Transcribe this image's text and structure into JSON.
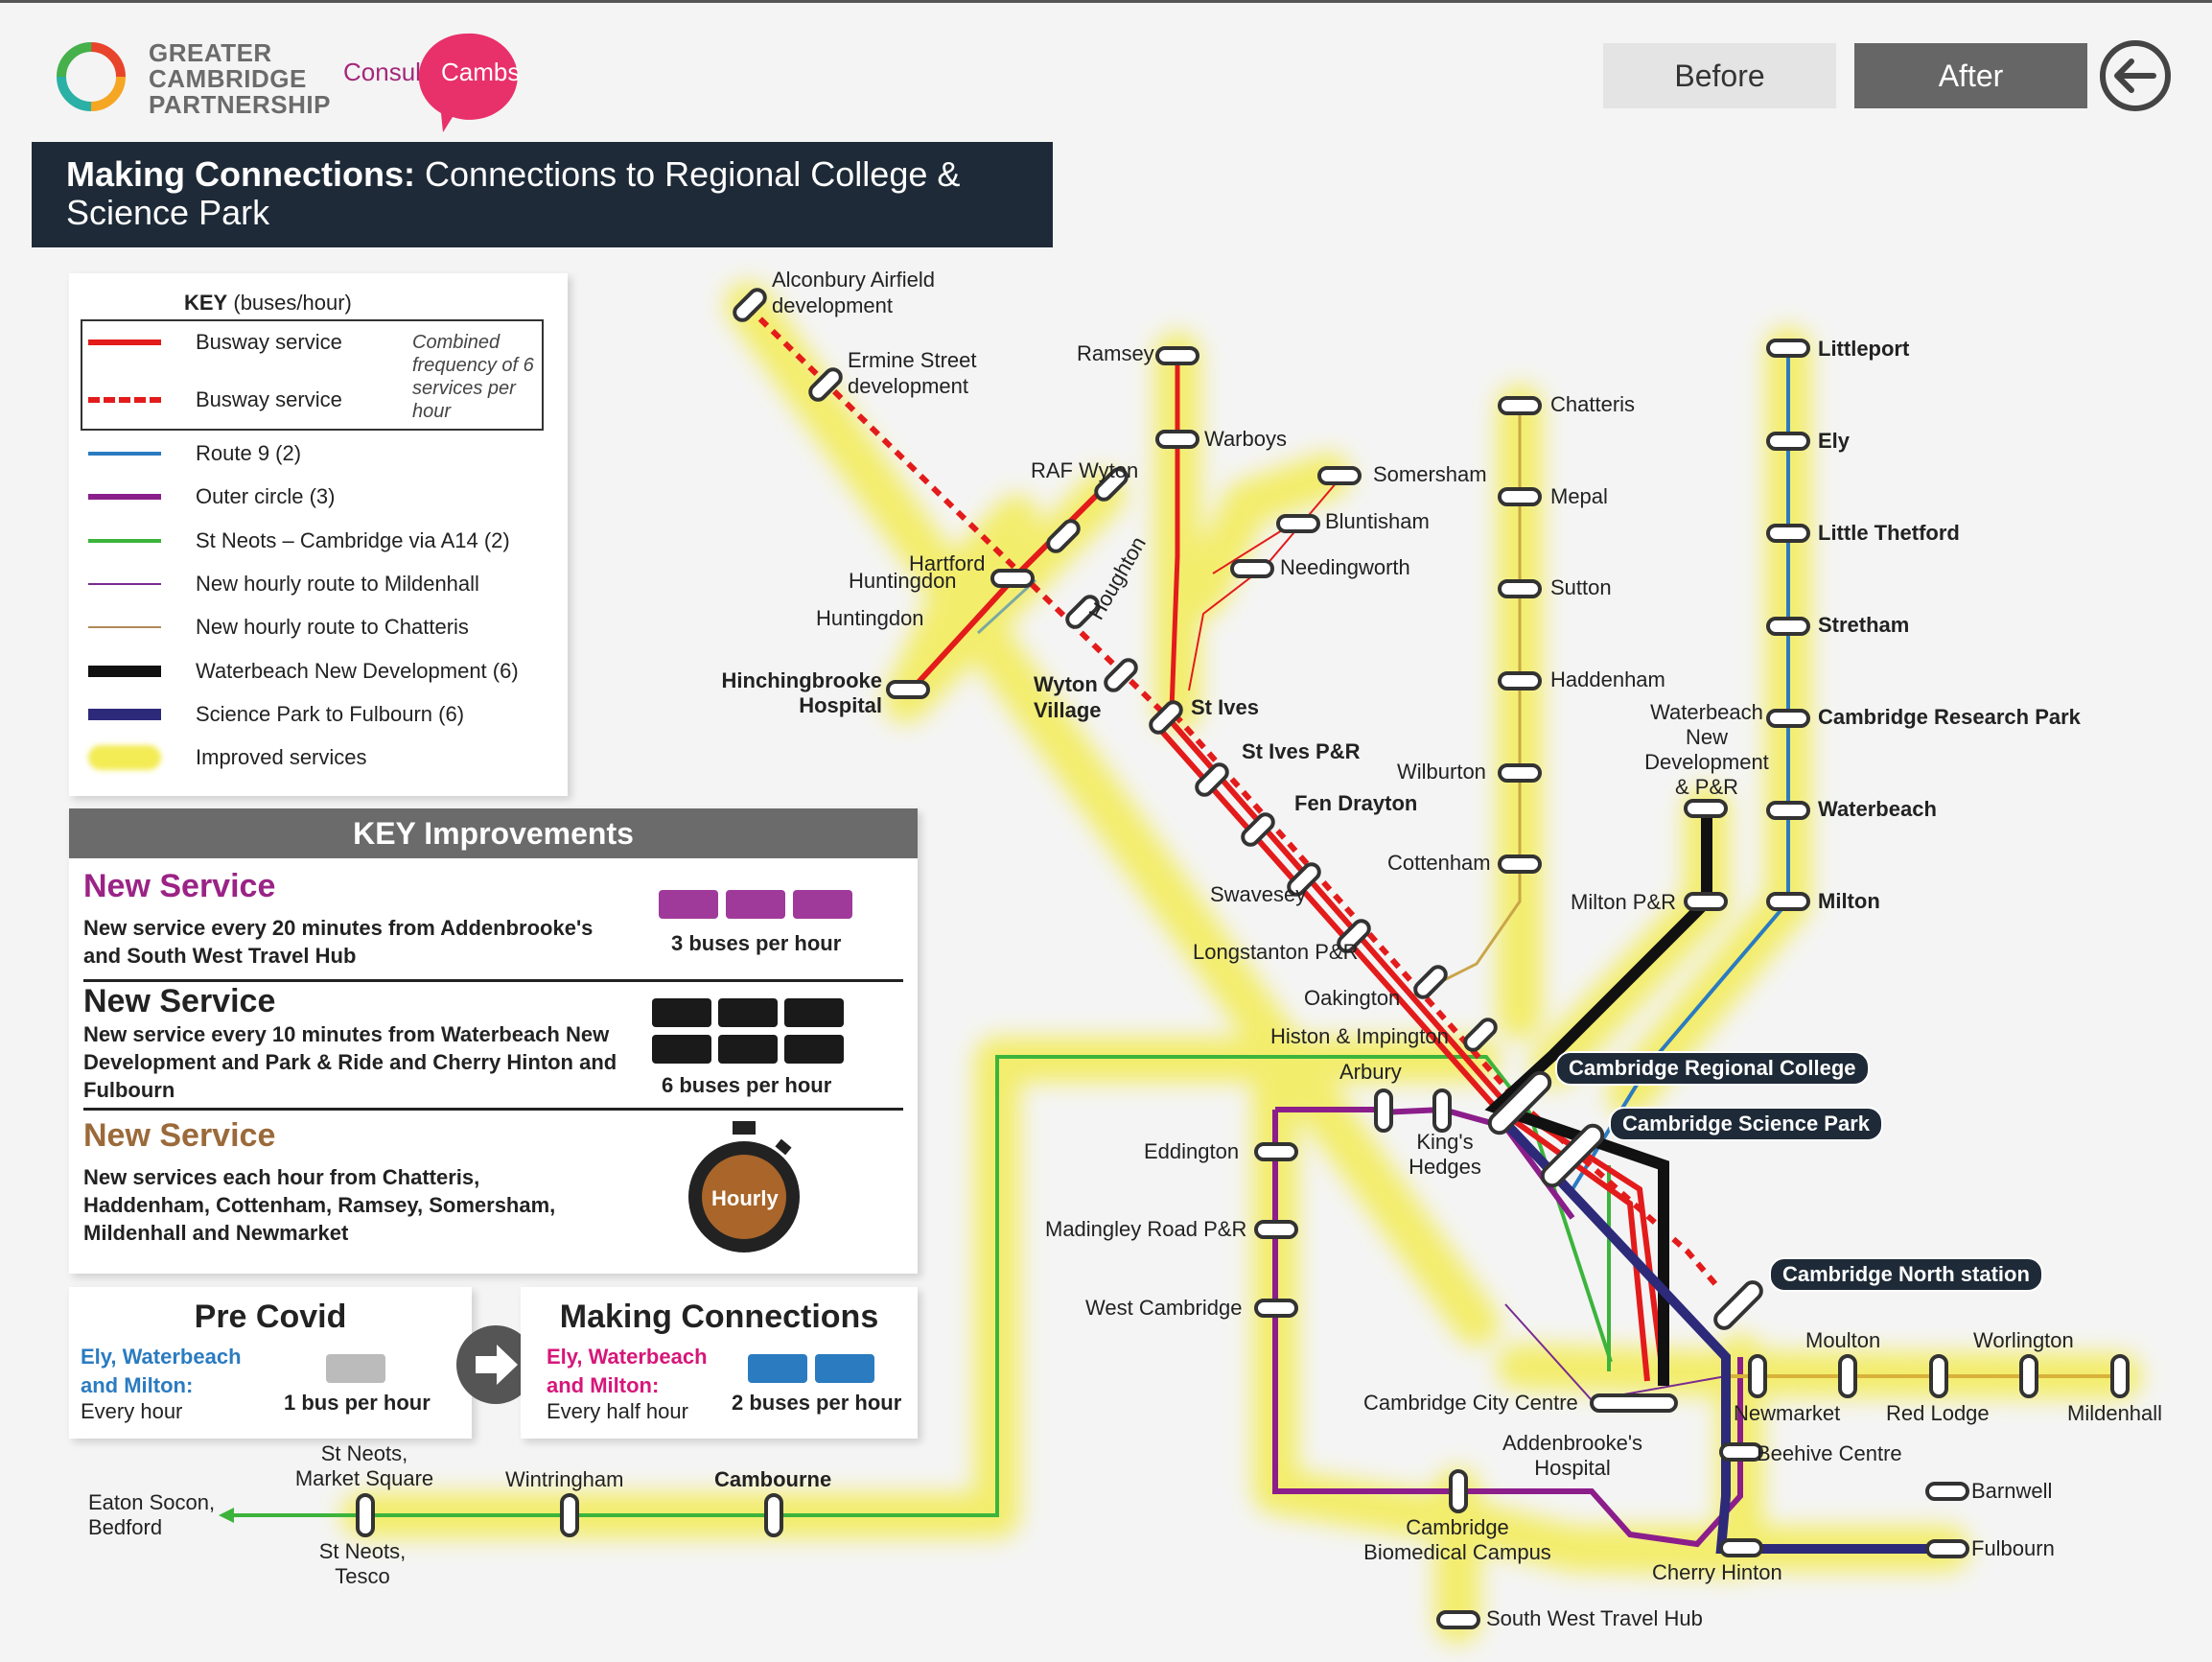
{
  "header": {
    "org_name_lines": [
      "GREATER",
      "CAMBRIDGE",
      "PARTNERSHIP"
    ],
    "consult_label": "Consult",
    "cambs_label": "Cambs",
    "before_label": "Before",
    "after_label": "After",
    "back_icon": "arrow-left-circle-icon"
  },
  "title": {
    "bold": "Making Connections:",
    "rest": "Connections to Regional College & Science Park"
  },
  "key": {
    "title_bold": "KEY",
    "title_rest": "(buses/hour)",
    "combined_note": "Combined frequency of 6 services per hour",
    "items": [
      {
        "label": "Busway service",
        "color": "#e31b1b",
        "style": "solid"
      },
      {
        "label": "Busway service",
        "color": "#e31b1b",
        "style": "dashed"
      },
      {
        "label": "Route 9 (2)",
        "color": "#2b7bc0",
        "style": "thin"
      },
      {
        "label": "Outer circle (3)",
        "color": "#8b1e8b",
        "style": "medium"
      },
      {
        "label": "St Neots – Cambridge via A14 (2)",
        "color": "#3cb43c",
        "style": "thin"
      },
      {
        "label": "New hourly route to Mildenhall",
        "color": "#7a2b8f",
        "style": "hair"
      },
      {
        "label": "New hourly route to Chatteris",
        "color": "#b08a5a",
        "style": "hair"
      },
      {
        "label": "Waterbeach New Development (6)",
        "color": "#111111",
        "style": "thick"
      },
      {
        "label": "Science Park to Fulbourn (6)",
        "color": "#2d2a7a",
        "style": "thick"
      },
      {
        "label": "Improved services",
        "color": "#f2ea4a",
        "style": "glow"
      }
    ]
  },
  "improvements": {
    "heading": "KEY Improvements",
    "items": [
      {
        "title": "New Service",
        "title_color": "#9b2386",
        "desc": "New service every 20 minutes from Addenbrooke's and South West Travel Hub",
        "caption": "3 buses per hour",
        "bus_color": "#a03a9a",
        "bus_count": 3
      },
      {
        "title": "New Service",
        "title_color": "#222222",
        "desc": "New service every 10 minutes from Waterbeach New Development and Park & Ride and Cherry Hinton and Fulbourn",
        "caption": "6 buses per hour",
        "bus_color": "#1a1a1a",
        "bus_count": 6
      },
      {
        "title": "New Service",
        "title_color": "#9b6a3a",
        "desc": "New services each hour from Chatteris, Haddenham, Cottenham, Ramsey, Somersham, Mildenhall and Newmarket",
        "caption": "Hourly",
        "bus_color": "#8a5a2a",
        "bus_count": 0
      }
    ]
  },
  "pre_covid": {
    "title": "Pre Covid",
    "route": "Ely, Waterbeach and Milton:",
    "route_color": "#2b7bc0",
    "freq": "Every hour",
    "caption": "1 bus per hour"
  },
  "making_connections": {
    "title": "Making Connections",
    "route": "Ely, Waterbeach and Milton:",
    "route_color": "#d6177a",
    "freq": "Every half hour",
    "caption": "2 buses per hour"
  },
  "map": {
    "stops": {
      "alconbury": "Alconbury Airfield development",
      "ermine": "Ermine Street development",
      "ramsey": "Ramsey",
      "warboys": "Warboys",
      "rafwyton": "RAF Wyton",
      "hartford": "Hartford",
      "huntingdon": "Huntingdon",
      "houghton": "Houghton",
      "hinchingbrooke": "Hinchingbrooke Hospital",
      "wyton": "Wyton Village",
      "somersham": "Somersham",
      "bluntisham": "Bluntisham",
      "needingworth": "Needingworth",
      "stives": "St Ives",
      "stivespr": "St Ives P&R",
      "fendrayton": "Fen Drayton",
      "swavesey": "Swavesey",
      "longstantonpr": "Longstanton P&R",
      "oakington": "Oakington",
      "histon": "Histon & Impington",
      "chatteris": "Chatteris",
      "mepal": "Mepal",
      "sutton": "Sutton",
      "haddenham": "Haddenham",
      "wilburton": "Wilburton",
      "cottenham": "Cottenham",
      "miltonpr": "Milton P&R",
      "waterbeachnew": "Waterbeach New Development & P&R",
      "littleport": "Littleport",
      "ely": "Ely",
      "littlethetford": "Little Thetford",
      "stretham": "Stretham",
      "crp": "Cambridge Research Park",
      "waterbeach": "Waterbeach",
      "milton": "Milton",
      "arbury": "Arbury",
      "kingshedges": "King's Hedges",
      "eddington": "Eddington",
      "madingley": "Madingley Road P&R",
      "westcambridge": "West Cambridge",
      "citycentre": "Cambridge City Centre",
      "addenbrookes": "Addenbrooke's Hospital",
      "biomedical": "Cambridge Biomedical Campus",
      "swth": "South West Travel Hub",
      "cherryhinton": "Cherry Hinton",
      "beehive": "Beehive Centre",
      "barnwell": "Barnwell",
      "fulbourn": "Fulbourn",
      "newmarket": "Newmarket",
      "moulton": "Moulton",
      "redlodge": "Red Lodge",
      "worlington": "Worlington",
      "mildenhall": "Mildenhall",
      "stneotsmarket": "St Neots, Market Square",
      "stneotstesco": "St Neots, Tesco",
      "eatonsocon": "Eaton Socon, Bedford",
      "wintringham": "Wintringham",
      "cambourne": "Cambourne"
    },
    "highlights": {
      "regional_college": "Cambridge Regional College",
      "science_park": "Cambridge Science Park",
      "north_station": "Cambridge North station"
    }
  }
}
